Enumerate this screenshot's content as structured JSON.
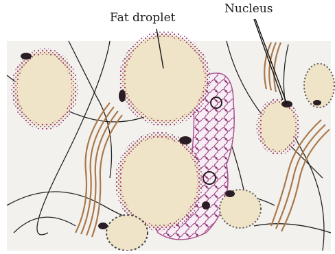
{
  "labels": {
    "fat_droplet": "Fat droplet",
    "nucleus": "Nucleus"
  },
  "colors": {
    "background_tissue": "#f3f1ed",
    "fat_fill": "#f0e4c8",
    "cell_membrane": "#a0457a",
    "nucleus_dark": "#2b1d24",
    "collagen_fiber": "#a9784a",
    "elastic_fiber": "#222222",
    "reticular_network": "#a8508f"
  },
  "icons": {
    "tissue": "adipose-tissue-illustration"
  }
}
